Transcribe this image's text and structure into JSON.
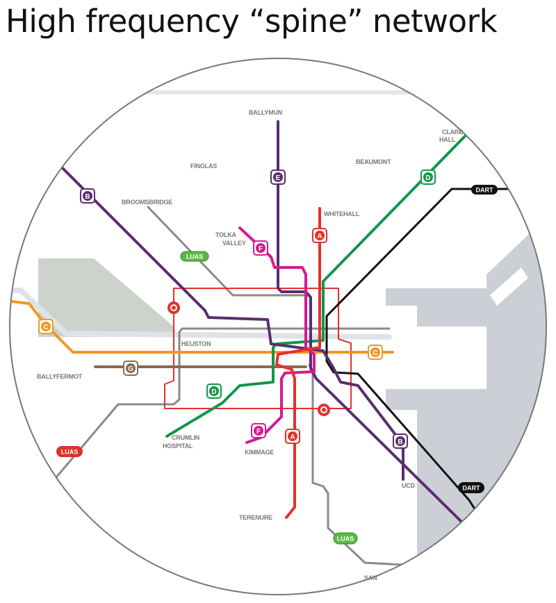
{
  "title": "High frequency “spine” network",
  "colors": {
    "purple": "#5b2d6e",
    "magenta": "#d6198f",
    "red": "#e5302b",
    "green": "#14954a",
    "orange": "#f29624",
    "brown": "#8b6a4f",
    "black": "#111111",
    "grey": "#8a8a8a",
    "water": "#ccd0d6",
    "park": "#cdd3cc"
  },
  "places": {
    "ballymun": "BALLYMUN",
    "clare_hall_1": "CLARE",
    "clare_hall_2": "HALL",
    "finglas": "FINGLAS",
    "beaumont": "BEAUMONT",
    "broomsbridge": "BROOMSBRIDGE",
    "whitehall": "WHITEHALL",
    "tolka_1": "TOLKA",
    "tolka_2": "VALLEY",
    "heuston": "HEUSTON",
    "ballyfermot": "BALLYFERMOT",
    "crumlin_1": "CRUMLIN",
    "crumlin_2": "HOSPITAL",
    "kimmage": "KIMMAGE",
    "ucd": "UCD",
    "terenure": "TERENURE",
    "sandyford": "SAN"
  },
  "routes": {
    "a": "A",
    "b": "B",
    "c": "C",
    "d": "D",
    "e": "E",
    "f": "F",
    "g": "G",
    "o": "O"
  },
  "badges": {
    "dart": "DART",
    "luas": "LUAS"
  }
}
